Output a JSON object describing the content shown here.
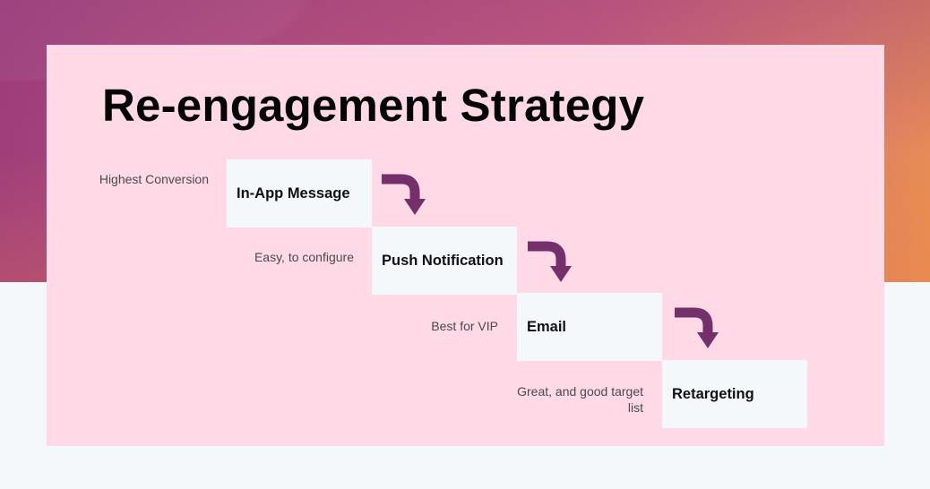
{
  "slide": {
    "title": "Re-engagement Strategy",
    "colors": {
      "band_start": "#9c3b7a",
      "band_end": "#e9914f",
      "card": "#ffd9e6",
      "step_box": "#f5f8fa",
      "arrow": "#74306a"
    }
  },
  "steps": [
    {
      "label": "In-App Message",
      "note": "Highest Conversion"
    },
    {
      "label": "Push Notification",
      "note": "Easy, to configure"
    },
    {
      "label": "Email",
      "note": "Best for VIP"
    },
    {
      "label": "Retargeting",
      "note": "Great, and good target list"
    }
  ],
  "icons": {
    "connector": "curved-down-arrow-icon"
  }
}
